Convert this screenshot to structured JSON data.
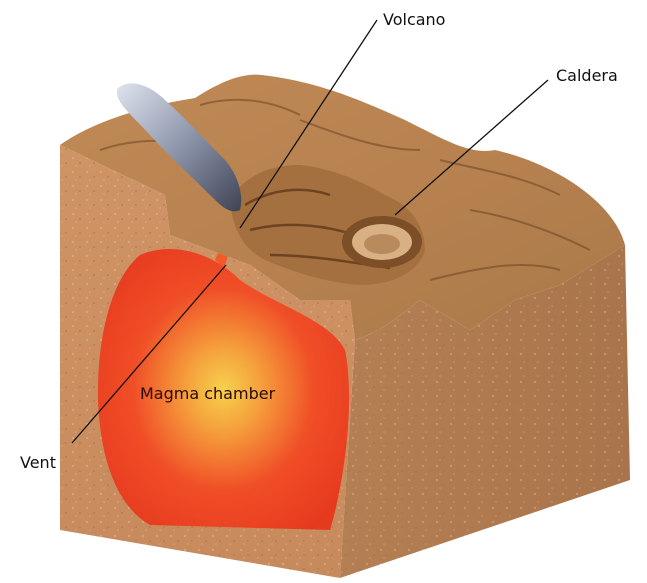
{
  "labels": {
    "volcano": "Volcano",
    "caldera": "Caldera",
    "vent": "Vent",
    "magma_chamber": "Magma chamber"
  },
  "colors": {
    "rock_top": "#c48a55",
    "rock_side_left": "#c98b5c",
    "rock_side_right": "#b07a50",
    "magma_red": "#f03a1e",
    "magma_yellow": "#f6d24a",
    "ash": "#8c93a6",
    "leader_line": "#111111"
  }
}
